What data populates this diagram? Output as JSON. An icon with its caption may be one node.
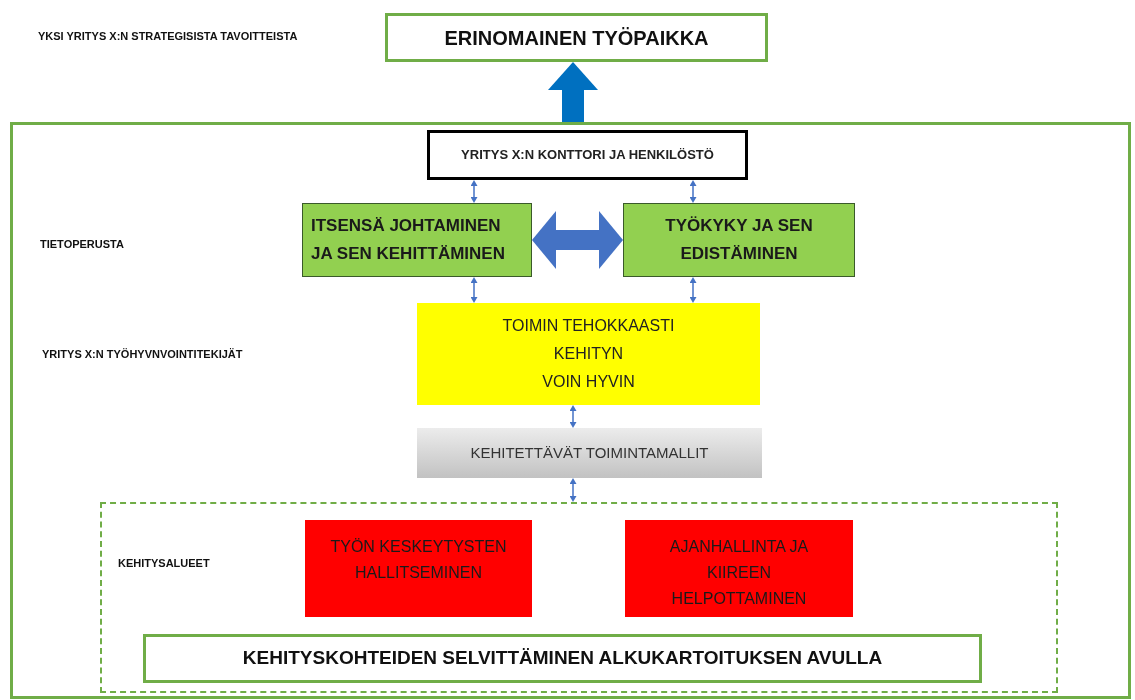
{
  "diagram": {
    "nodes": [
      {
        "text": [
          "ERINOMAINEN TYÖPAIKKA"
        ]
      },
      {
        "text": [],
        "shape": "box"
      },
      {
        "text": [
          "YRITYS X:N KONTTORI JA HENKILÖSTÖ"
        ],
        "in": 1
      },
      {
        "text": [
          "ITSENSÄ JOHTAMINEN JA SEN KEHITTÄMINEN"
        ],
        "in": 1
      },
      {
        "text": [
          "TYÖKYKY JA SEN EDISTÄMINEN"
        ],
        "in": 1
      },
      {
        "text": [
          "TOIMIN TEHOKKAASTI",
          "KEHITYN",
          "VOIN HYVIN"
        ],
        "in": 1
      },
      {
        "text": [
          "KEHITETTÄVÄT TOIMINTAMALLIT"
        ],
        "in": 1
      },
      {
        "text": [],
        "shape": "box",
        "in": 1
      },
      {
        "text": [
          "TYÖN KESKEYTYSTEN HALLITSEMINEN"
        ],
        "in": 7
      },
      {
        "text": [
          "AJANHALLINTA JA KIIREEN HELPOTTAMINEN"
        ],
        "in": 7
      },
      {
        "text": [
          "KEHITYSKOHTEIDEN SELVITTÄMINEN ALKUKARTOITUKSEN AVULLA"
        ],
        "in": 7
      }
    ],
    "edges": [
      {
        "from": 1,
        "to": 0,
        "arrow": "to",
        "style": "thick",
        "color": "#0070c0"
      },
      {
        "from": 2,
        "to": 3,
        "arrow": "both"
      },
      {
        "from": 2,
        "to": 4,
        "arrow": "both"
      },
      {
        "from": 3,
        "to": 4,
        "arrow": "both",
        "style": "thick"
      },
      {
        "from": 3,
        "to": 5,
        "arrow": "both"
      },
      {
        "from": 4,
        "to": 5,
        "arrow": "both"
      },
      {
        "from": 5,
        "to": 6,
        "arrow": "both"
      },
      {
        "from": 6,
        "to": 7,
        "arrow": "both"
      }
    ],
    "labels": [
      "YKSI YRITYS X:N STRATEGISISTA TAVOITTEISTA",
      "TIETOPERUSTA",
      "YRITYS X:N TYÖHYVNVOINTITEKIJÄT",
      "KEHITYSALUEET"
    ]
  }
}
